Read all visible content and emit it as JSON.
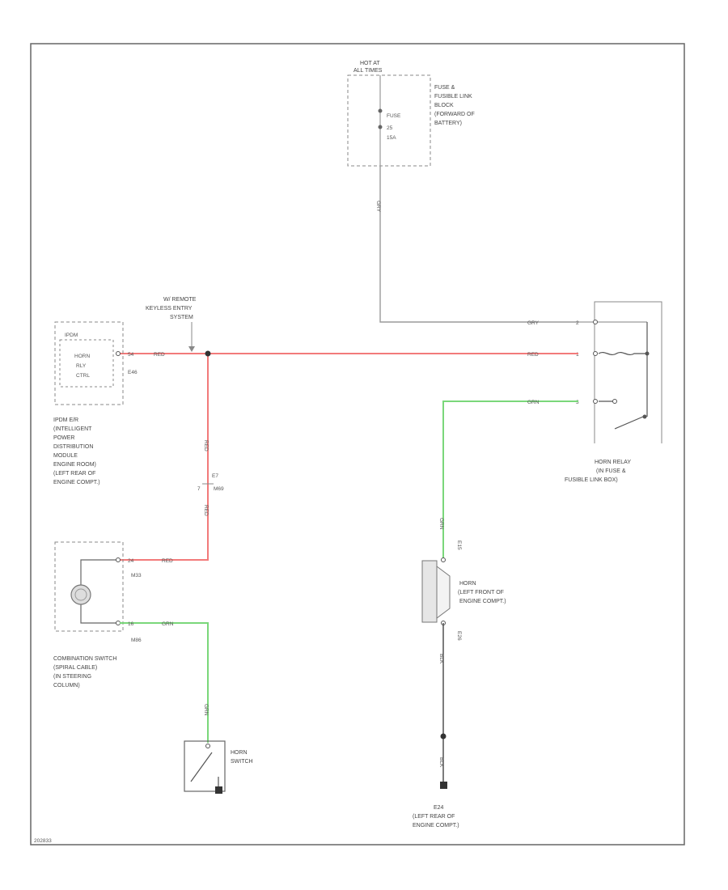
{
  "diagram": {
    "power_source": {
      "line1": "HOT AT",
      "line2": "ALL TIMES"
    },
    "fuse": {
      "line1": "FUSE",
      "line2": "25",
      "line3": "15A"
    },
    "fuse_block": {
      "lines": [
        "FUSE &",
        "FUSIBLE LINK",
        "BLOCK",
        "(FORWARD OF",
        "BATTERY)"
      ]
    },
    "keyless_entry": {
      "lines": [
        "W/ REMOTE",
        "KEYLESS ENTRY",
        "SYSTEM"
      ]
    },
    "ipdm": {
      "box_label": "IPDM",
      "horn_relay_ctrl": [
        "HORN",
        "RLY",
        "CTRL"
      ],
      "connector": "E46",
      "lines": [
        "IPDM E/R",
        "(INTELLIGENT",
        "POWER",
        "DISTRIBUTION",
        "MODULE",
        "ENGINE ROOM)",
        "(LEFT REAR OF",
        "ENGINE COMPT.)"
      ]
    },
    "combination_switch": {
      "connector_top": "M33",
      "connector_bottom": "M86",
      "lines": [
        "COMBINATION SWITCH",
        "(SPIRAL CABLE)",
        "(IN STEERING",
        "COLUMN)"
      ]
    },
    "horn_switch": {
      "lines": [
        "HORN",
        "SWITCH"
      ]
    },
    "horn_relay": {
      "lines": [
        "HORN RELAY",
        "(IN FUSE &",
        "FUSIBLE LINK BOX)"
      ]
    },
    "horn": {
      "connector_top": "E15",
      "connector_bottom": "E26",
      "lines": [
        "HORN",
        "(LEFT FRONT OF",
        "ENGINE COMPT.)"
      ]
    },
    "ground": {
      "label": "E24",
      "lines": [
        "E24",
        "(LEFT REAR OF",
        "ENGINE COMPT.)"
      ]
    },
    "wires": {
      "grn": "GRN",
      "red": "RED",
      "gry": "GRY",
      "blk": "BLK",
      "e46_pin": "54",
      "m33_pin": "24",
      "m86_pin": "16",
      "joint_label_1": "E7",
      "joint_label_2": "M69",
      "joint_pin": "7"
    },
    "footer_id": "202833"
  },
  "colors": {
    "red_wire": "#f27a7a",
    "green_wire": "#7ad77a",
    "gray_wire": "#9a9a9a",
    "black_wire": "#444444",
    "frame": "#666666"
  }
}
